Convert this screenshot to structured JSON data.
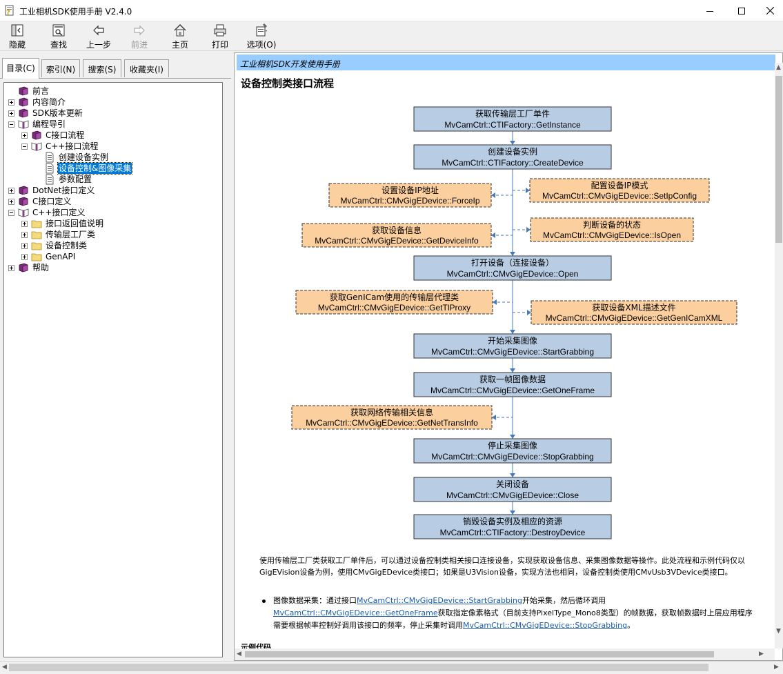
{
  "window": {
    "title": "工业相机SDK使用手册 V2.4.0"
  },
  "toolbar": {
    "hide": "隐藏",
    "find": "查找",
    "back": "上一步",
    "forward": "前进",
    "home": "主页",
    "print": "打印",
    "options": "选项(O)"
  },
  "tabs": {
    "contents": "目录(C)",
    "index": "索引(N)",
    "search": "搜索(S)",
    "favorites": "收藏夹(I)"
  },
  "tree": [
    {
      "label": "前言",
      "icon": "book-icon",
      "level": 0,
      "expander": "none"
    },
    {
      "label": "内容简介",
      "icon": "book-icon",
      "level": 0,
      "expander": "plus"
    },
    {
      "label": "SDK版本更新",
      "icon": "book-icon",
      "level": 0,
      "expander": "plus"
    },
    {
      "label": "编程导引",
      "icon": "open-book-icon",
      "level": 0,
      "expander": "minus"
    },
    {
      "label": "C接口流程",
      "icon": "book-icon",
      "level": 1,
      "expander": "plus"
    },
    {
      "label": "C++接口流程",
      "icon": "open-book-icon",
      "level": 1,
      "expander": "minus"
    },
    {
      "label": "创建设备实例",
      "icon": "page-icon",
      "level": 2,
      "expander": "none"
    },
    {
      "label": "设备控制&图像采集",
      "icon": "page-icon",
      "level": 2,
      "expander": "none",
      "selected": true
    },
    {
      "label": "参数配置",
      "icon": "page-icon",
      "level": 2,
      "expander": "none"
    },
    {
      "label": "DotNet接口定义",
      "icon": "book-icon",
      "level": 0,
      "expander": "plus"
    },
    {
      "label": "C接口定义",
      "icon": "book-icon",
      "level": 0,
      "expander": "plus"
    },
    {
      "label": "C++接口定义",
      "icon": "open-book-icon",
      "level": 0,
      "expander": "minus"
    },
    {
      "label": "接口返回值说明",
      "icon": "folder-icon",
      "level": 1,
      "expander": "plus"
    },
    {
      "label": "传输层工厂类",
      "icon": "folder-icon",
      "level": 1,
      "expander": "plus"
    },
    {
      "label": "设备控制类",
      "icon": "folder-icon",
      "level": 1,
      "expander": "plus"
    },
    {
      "label": "GenAPI",
      "icon": "folder-icon",
      "level": 1,
      "expander": "plus"
    },
    {
      "label": "帮助",
      "icon": "book-icon",
      "level": 0,
      "expander": "plus"
    }
  ],
  "content": {
    "breadcrumb": "工业相机SDK开发使用手册",
    "page_title": "设备控制类接口流程",
    "flow_main": [
      {
        "title": "获取传输层工厂单件",
        "api": "MvCamCtrl::CTIFactory::GetInstance"
      },
      {
        "title": "创建设备实例",
        "api": "MvCamCtrl::CTIFactory::CreateDevice"
      },
      {
        "title": "打开设备（连接设备）",
        "api": "MvCamCtrl::CMvGigEDevice::Open"
      },
      {
        "title": "开始采集图像",
        "api": "MvCamCtrl::CMvGigEDevice::StartGrabbing"
      },
      {
        "title": "获取一帧图像数据",
        "api": "MvCamCtrl::CMvGigEDevice::GetOneFrame"
      },
      {
        "title": "停止采集图像",
        "api": "MvCamCtrl::CMvGigEDevice::StopGrabbing"
      },
      {
        "title": "关闭设备",
        "api": "MvCamCtrl::CMvGigEDevice::Close"
      },
      {
        "title": "销毁设备实例及相应的资源",
        "api": "MvCamCtrl::CTIFactory::DestroyDevice"
      }
    ],
    "flow_side": [
      {
        "title": "设置设备IP地址",
        "api": "MvCamCtrl::CMvGigEDevice::ForceIp"
      },
      {
        "title": "配置设备IP模式",
        "api": "MvCamCtrl::CMvGigEDevice::SetIpConfig"
      },
      {
        "title": "获取设备信息",
        "api": "MvCamCtrl::CMvGigEDevice::GetDeviceInfo"
      },
      {
        "title": "判断设备的状态",
        "api": "MvCamCtrl::CMvGigEDevice::IsOpen"
      },
      {
        "title": "获取GenICam使用的传输层代理类",
        "api": "MvCamCtrl::CMvGigEDevice::GetTlProxy"
      },
      {
        "title": "获取设备XML描述文件",
        "api": "MvCamCtrl::CMvGigEDevice::GetGenICamXML"
      },
      {
        "title": "获取网络传输相关信息",
        "api": "MvCamCtrl::CMvGigEDevice::GetNetTransInfo"
      }
    ],
    "para1_line1": "使用传输层工厂类获取工厂单件后，可以通过设备控制类相关接口连接设备，实现获取设备信息、采集图像数据等操作。此处流程和示例代码仅以",
    "para1_line2": "GigEVision设备为例，使用CMvGigEDevice类接口；如果是U3Vision设备，实现方法也相同，设备控制类使用CMvUsb3VDevice类接口。",
    "bullet_prefix": "图像数据采集：通过接口",
    "bullet_link1": "MvCamCtrl::CMvGigEDevice::StartGrabbing",
    "bullet_mid1": "开始采集，然后循环调用",
    "bullet_link2": "MvCamCtrl::CMvGigEDevice::GetOneFrame",
    "bullet_mid2": "获取指定像素格式（目前支持PixelType_Mono8类型）的帧数据，获取帧数据时上层应用程序",
    "bullet_mid3": "需要根据帧率控制好调用该接口的频率，停止采集时调用",
    "bullet_link3": "MvCamCtrl::CMvGigEDevice::StopGrabbing",
    "bullet_end": "。",
    "example_title": "示例代码"
  },
  "colors": {
    "main_box": "#b8cce4",
    "side_box": "#fbcf9e",
    "breadcrumb_bar": "#99ccff",
    "selection": "#0078d7",
    "link": "#1a5aa8"
  }
}
